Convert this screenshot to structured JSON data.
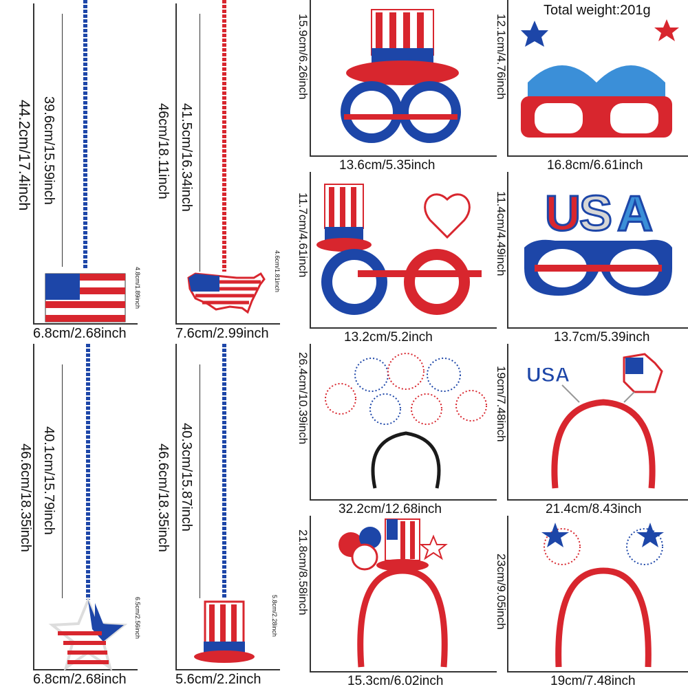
{
  "total_weight": "Total weight:201g",
  "items": {
    "necklace_flag": {
      "outer_h": "44.2cm/17.4inch",
      "inner_h": "39.6cm/15.59inch",
      "pendant_h": "4.8cm/1.89inch",
      "width": "6.8cm/2.68inch"
    },
    "necklace_usa": {
      "outer_h": "46cm/18.11inch",
      "inner_h": "41.5cm/16.34inch",
      "pendant_h": "4.6cm/1.81inch",
      "width": "7.6cm/2.99inch"
    },
    "necklace_star": {
      "outer_h": "46.6cm/18.35inch",
      "inner_h": "40.1cm/15.79inch",
      "pendant_h": "6.5cm/2.56inch",
      "width": "6.8cm/2.68inch"
    },
    "necklace_hat": {
      "outer_h": "46.6cm/18.35inch",
      "inner_h": "40.3cm/15.87inch",
      "pendant_h": "5.8cm/2.28inch",
      "width": "5.6cm/2.2inch"
    },
    "glasses_hat": {
      "height": "15.9cm/6.26inch",
      "width": "13.6cm/5.35inch"
    },
    "glasses_liberty": {
      "height": "12.1cm/4.76inch",
      "width": "16.8cm/6.61inch"
    },
    "glasses_hat_heart": {
      "height": "11.7cm/4.61inch",
      "width": "13.2cm/5.2inch"
    },
    "glasses_usa": {
      "height": "11.4cm/4.49inch",
      "width": "13.7cm/5.39inch"
    },
    "headband_tinsel": {
      "height": "26.4cm/10.39inch",
      "width": "32.2cm/12.68inch"
    },
    "headband_usa": {
      "height": "19cm/7.48inch",
      "width": "21.4cm/8.43inch"
    },
    "headband_hat": {
      "height": "21.8cm/8.58inch",
      "width": "15.3cm/6.02inch"
    },
    "headband_stars": {
      "height": "23cm/9.05inch",
      "width": "19cm/7.48inch"
    }
  },
  "colors": {
    "red": "#d8262e",
    "blue": "#1d46a8",
    "silver": "#d6d6d6",
    "black": "#1a1a1a"
  }
}
